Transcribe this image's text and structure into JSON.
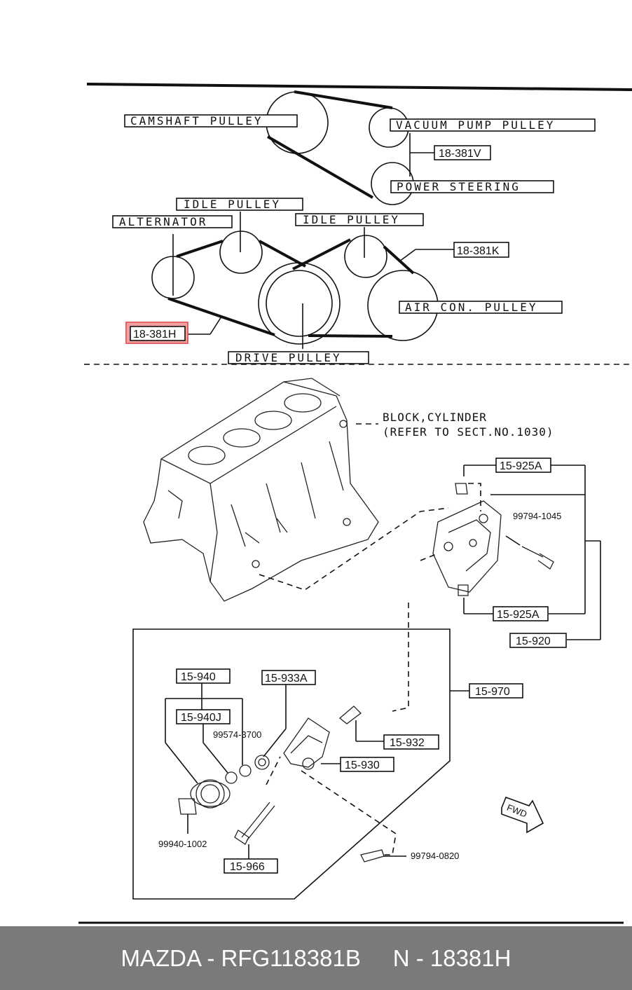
{
  "labels": {
    "camshaft_pulley": "CAMSHAFT PULLEY",
    "vacuum_pump_pulley": "VACUUM PUMP PULLEY",
    "power_steering": "POWER STEERING",
    "belt_v": "18-381V",
    "idle_pulley_left": "IDLE PULLEY",
    "idle_pulley_right": "IDLE PULLEY",
    "alternator": "ALTERNATOR",
    "belt_k": "18-381K",
    "air_con_pulley": "AIR CON. PULLEY",
    "belt_h": "18-381H",
    "drive_pulley": "DRIVE PULLEY",
    "block_cylinder": "BLOCK,CYLINDER",
    "refer_sect": "(REFER TO SECT.NO.1030)",
    "p_15925a_top": "15-925A",
    "p_99794_1045": "99794-1045",
    "p_15925a_bottom": "15-925A",
    "p_15920": "15-920",
    "p_15940": "15-940",
    "p_15933a": "15-933A",
    "p_15940j": "15-940J",
    "p_99574_3700": "99574-3700",
    "p_15970": "15-970",
    "p_15932": "15-932",
    "p_15930": "15-930",
    "p_99940_1002": "99940-1002",
    "p_15966": "15-966",
    "p_99794_0820": "99794-0820",
    "fwd": "FWD"
  },
  "highlight": {
    "part": "18-381H",
    "color": "#f08080"
  },
  "footer": {
    "text": "MAZDA - RFG118381B     N - 18381H",
    "background": "#7a7a7a",
    "text_color": "#ffffff"
  }
}
